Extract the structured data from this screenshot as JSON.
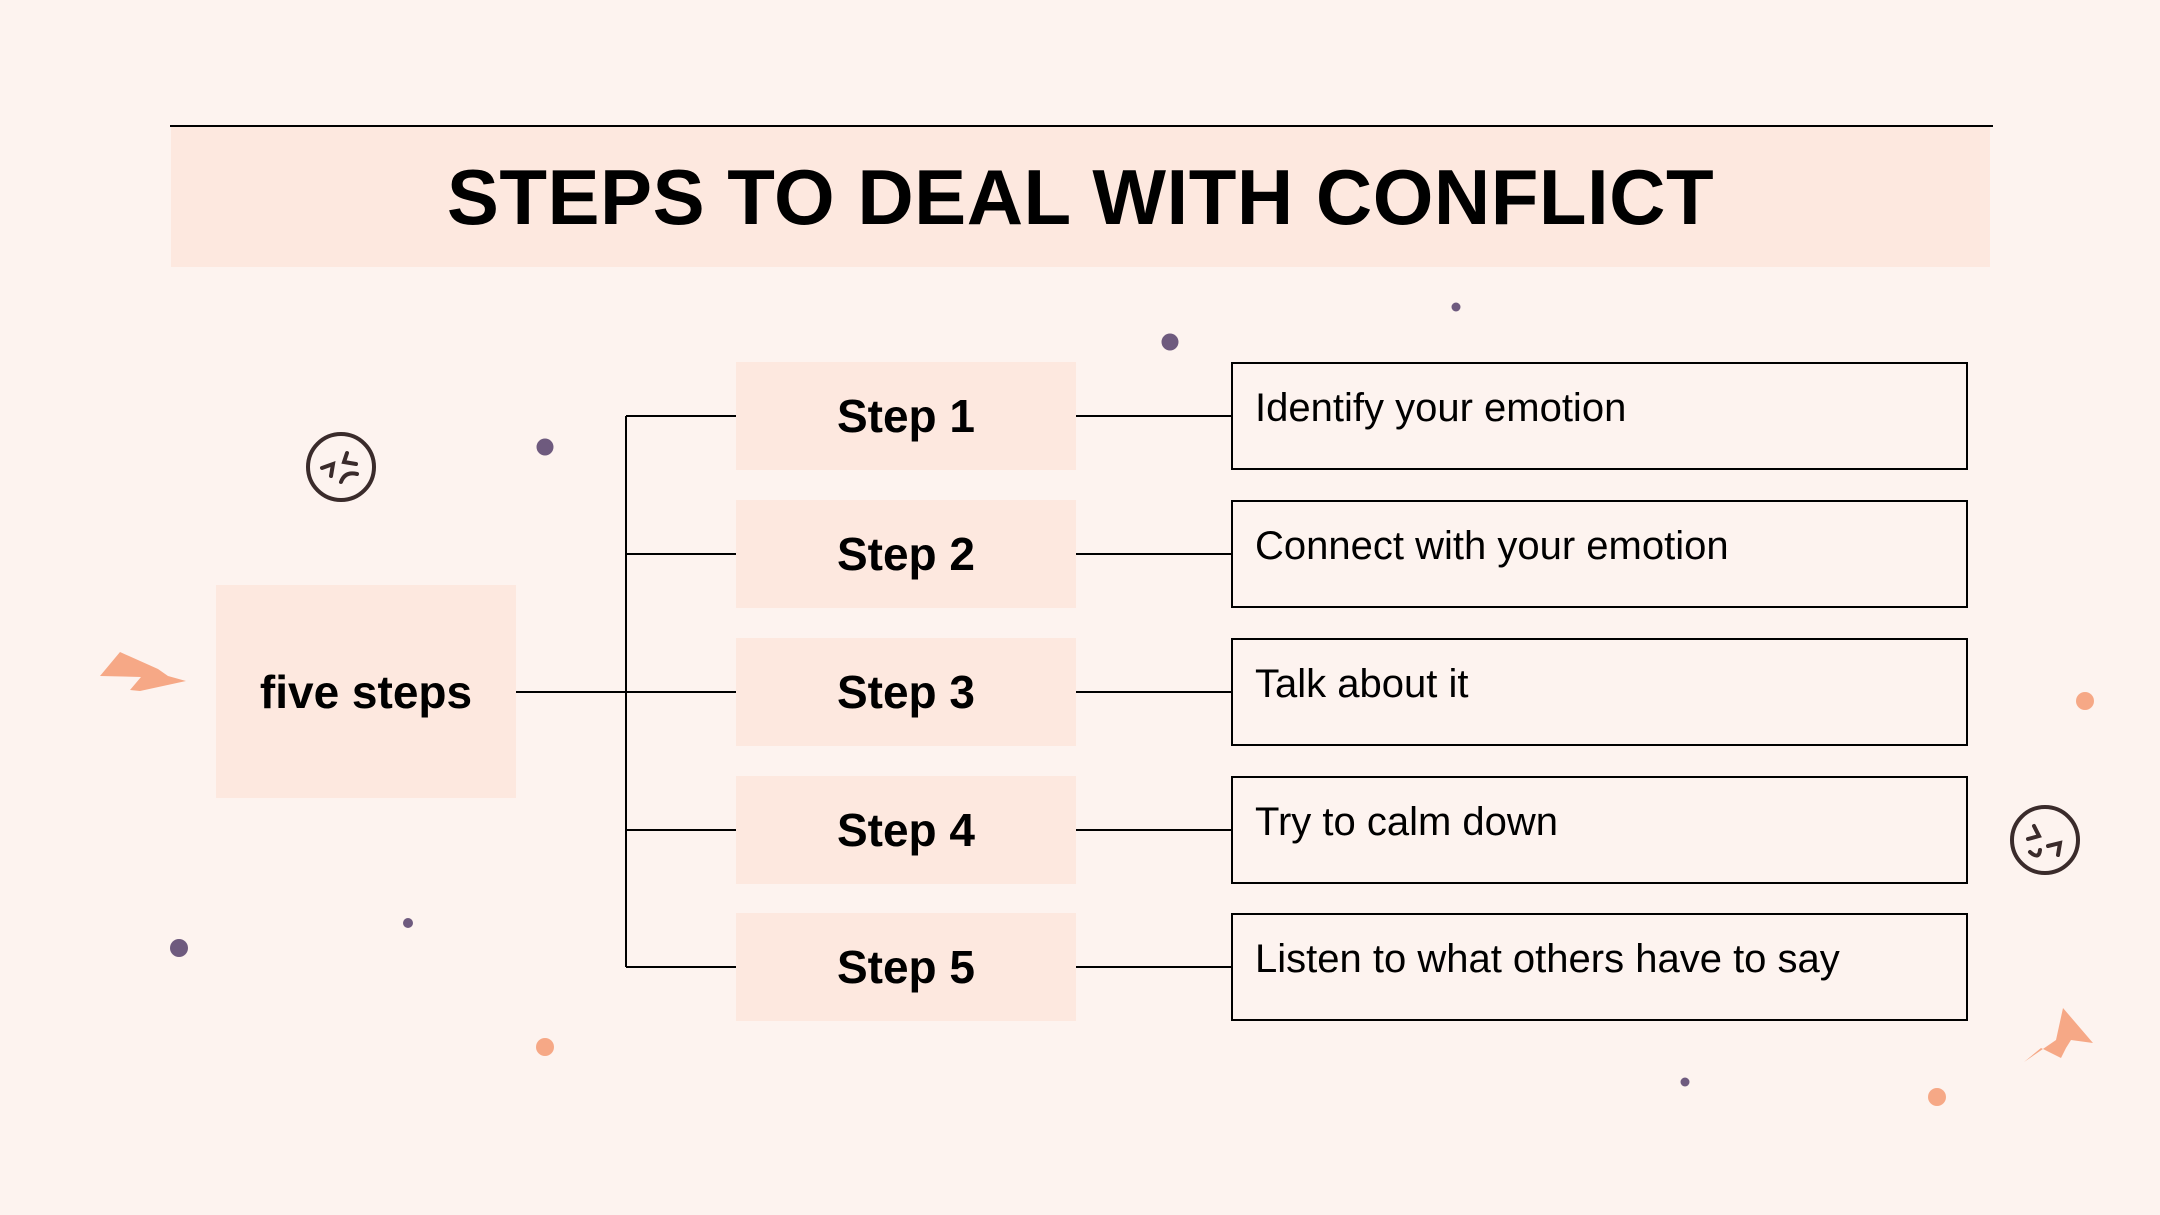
{
  "title": "STEPS TO DEAL WITH CONFLICT",
  "root": {
    "label": "five steps"
  },
  "steps": [
    {
      "label": "Step 1",
      "description": "Identify your emotion"
    },
    {
      "label": "Step 2",
      "description": "Connect with your emotion"
    },
    {
      "label": "Step 3",
      "description": "Talk about it"
    },
    {
      "label": "Step 4",
      "description": "Try to calm down"
    },
    {
      "label": "Step 5",
      "description": "Listen to what others have to say"
    }
  ],
  "colors": {
    "background": "#FDF3EF",
    "box_fill": "#FDE8DF",
    "dot_purple": "#6E5A7E",
    "dot_orange": "#F6A886",
    "icon_stroke": "#3A2B2B"
  },
  "icons": [
    "angry-face-icon",
    "lightning-bolt-icon"
  ]
}
